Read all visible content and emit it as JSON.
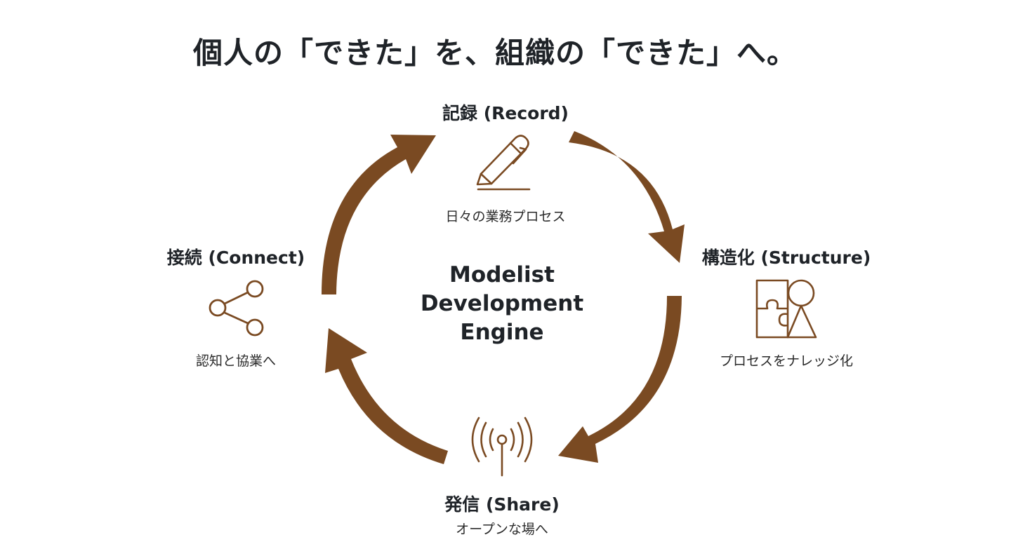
{
  "title": "個人の「できた」を、組織の「できた」へ。",
  "center": {
    "lines": [
      "Modelist",
      "Development",
      "Engine"
    ]
  },
  "colors": {
    "accent": "#7a4a22",
    "text": "#1f2328"
  },
  "cycle": {
    "steps": [
      {
        "id": "record",
        "title": "記録 (Record)",
        "subtitle": "日々の業務プロセス",
        "icon": "pen-icon"
      },
      {
        "id": "structure",
        "title": "構造化 (Structure)",
        "subtitle": "プロセスをナレッジ化",
        "icon": "puzzle-shapes-icon"
      },
      {
        "id": "share",
        "title": "発信 (Share)",
        "subtitle": "オープンな場へ",
        "icon": "broadcast-antenna-icon"
      },
      {
        "id": "connect",
        "title": "接続 (Connect)",
        "subtitle": "認知と協業へ",
        "icon": "share-nodes-icon"
      }
    ],
    "flow": [
      "record",
      "structure",
      "share",
      "connect",
      "record"
    ]
  }
}
